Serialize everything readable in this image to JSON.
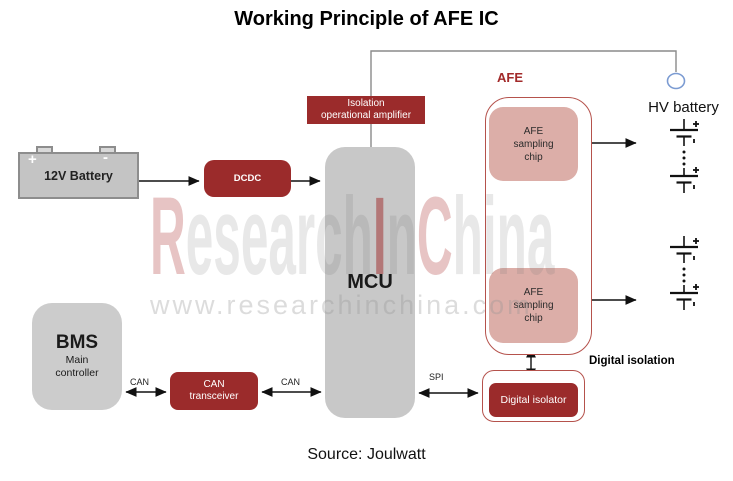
{
  "title": "Working Principle of AFE IC",
  "source_label": "Source: Joulwatt",
  "colors": {
    "dark_red_block": "#9b2b2b",
    "light_pink_chip": "#dcaea8",
    "gray_block": "#c8c8c8",
    "afe_border": "#b5524c",
    "hv_circle_blue": "#7b9bd2",
    "connector_gray": "#8a8a8a",
    "arrow_black": "#111111"
  },
  "blocks": {
    "battery12v": "12V Battery",
    "battery_plus": "+",
    "battery_minus": "-",
    "dcdc": "DCDC",
    "iso_amp_line1": "Isolation",
    "iso_amp_line2": "operational amplifier",
    "mcu": "MCU",
    "bms_title": "BMS",
    "bms_sub1": "Main",
    "bms_sub2": "controller",
    "can_transceiver_line1": "CAN",
    "can_transceiver_line2": "transceiver",
    "digital_isolator": "Digital isolator",
    "afe_chip_line1": "AFE",
    "afe_chip_line2": "sampling",
    "afe_chip_line3": "chip"
  },
  "labels": {
    "afe": "AFE",
    "hv_battery": "HV battery",
    "digital_isolation": "Digital isolation",
    "can_left": "CAN",
    "can_right": "CAN",
    "spi": "SPI"
  },
  "watermark": {
    "seg_r": "R",
    "seg_esearch": "esearch",
    "seg_i": "I",
    "seg_n": "n",
    "seg_c": "C",
    "seg_hina": "hina",
    "line2": "www.researchinchina.com"
  }
}
